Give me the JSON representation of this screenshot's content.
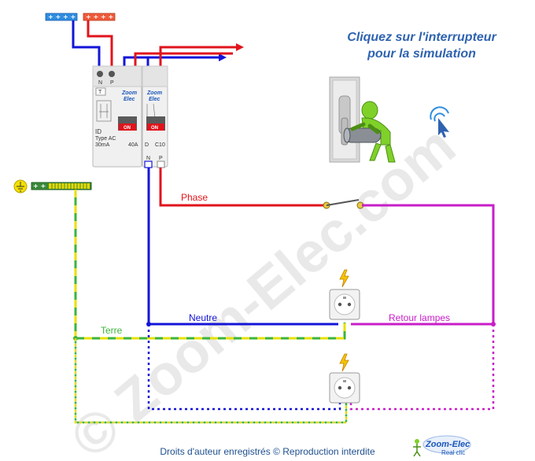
{
  "title": {
    "line1": "Cliquez sur l'interrupteur",
    "line2": "pour la simulation"
  },
  "watermark": "© Zoom-Elec.com",
  "wires": {
    "phase": "Phase",
    "neutre": "Neutre",
    "terre": "Terre",
    "retour": "Retour lampes"
  },
  "colors": {
    "phase": "#e0141c",
    "neutre": "#1414d8",
    "retour": "#c81ec8",
    "terre_green": "#3cb43c",
    "terre_yellow": "#e8e000",
    "title": "#2f63b0"
  },
  "breaker_id": {
    "brand_line1": "Zoom",
    "brand_line2": "Elec",
    "test_button": "T",
    "label_id": "ID",
    "label_type": "Type AC",
    "label_ma": "30mA",
    "label_amps": "40A",
    "terminal_n": "N",
    "terminal_p": "P",
    "on_label": "ON"
  },
  "breaker_c10": {
    "brand_line1": "Zoom",
    "brand_line2": "Elec",
    "label_d": "D",
    "label_rating": "C10",
    "terminal_n": "N",
    "terminal_p": "P",
    "on_label": "ON"
  },
  "icons": {
    "click_hint": "click-hand-icon",
    "ground": "ground-symbol-icon",
    "outlet_lightning": "lightning-icon",
    "switch_figure": "person-pressing-switch-icon"
  },
  "footer": {
    "copyright": "Droits d'auteur enregistrés © Reproduction interdite",
    "logo_main": "Zoom-Elec",
    "logo_sub": "Real clic"
  }
}
